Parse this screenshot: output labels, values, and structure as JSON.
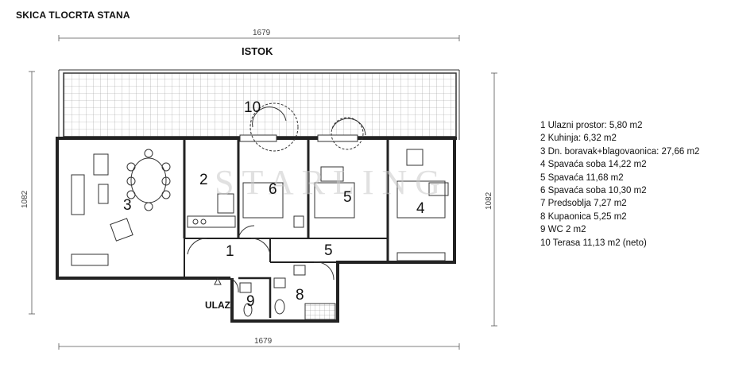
{
  "header": {
    "title": "SKICA TLOCRTA STANA"
  },
  "plan": {
    "orientation_label": "ISTOK",
    "entrance_label": "ULAZ",
    "watermark": "STARLING",
    "dimensions": {
      "top": "1679",
      "bottom": "1679",
      "left": "1082",
      "right": "1082"
    },
    "room_numbers": [
      "1",
      "2",
      "3",
      "4",
      "5",
      "5",
      "6",
      "8",
      "9",
      "10"
    ]
  },
  "legend": {
    "items": [
      "1 Ulazni prostor: 5,80 m2",
      "2 Kuhinja: 6,32 m2",
      "3 Dn. boravak+blagovaonica: 27,66 m2",
      "4 Spavaća soba 14,22 m2",
      "5 Spavaća 11,68 m2",
      "6 Spavaća soba 10,30 m2",
      "7 Predsoblja 7,27 m2",
      "8 Kupaonica 5,25 m2",
      "9 WC 2 m2",
      "10 Terasa 11,13 m2 (neto)"
    ]
  }
}
